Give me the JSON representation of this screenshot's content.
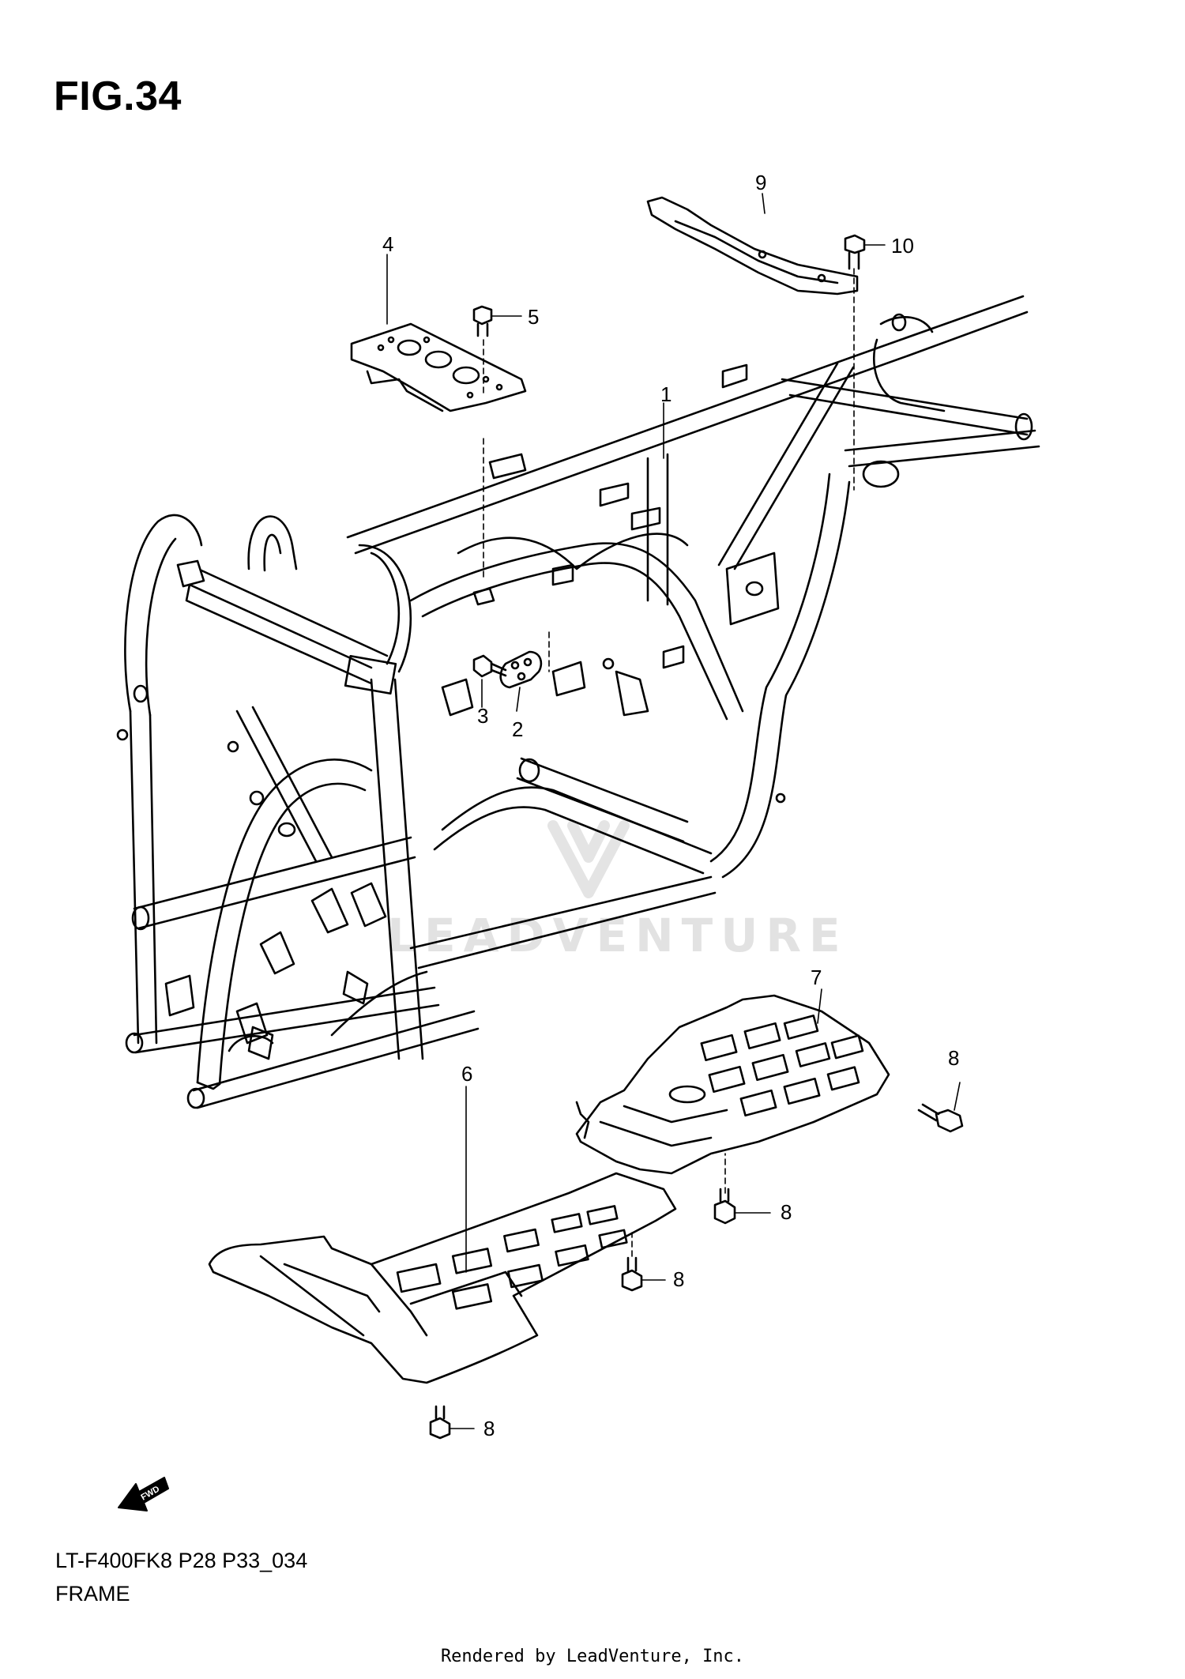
{
  "figure": {
    "title": "FIG.34",
    "model_code": "LT-F400FK8 P28 P33_034",
    "name": "FRAME"
  },
  "callouts": {
    "c1": "1",
    "c2": "2",
    "c3": "3",
    "c4": "4",
    "c5": "5",
    "c6": "6",
    "c7": "7",
    "c8a": "8",
    "c8b": "8",
    "c8c": "8",
    "c8d": "8",
    "c9": "9",
    "c10": "10"
  },
  "direction_badge": "FWD",
  "watermark": "LEADVENTURE",
  "footer": "Rendered by LeadVenture, Inc."
}
